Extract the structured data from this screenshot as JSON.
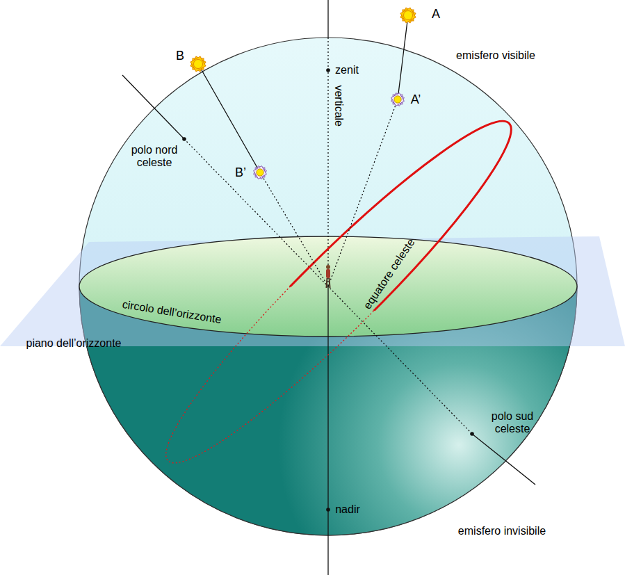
{
  "diagram": {
    "labels": [
      "A",
      "A’",
      "B",
      "B’",
      "zenit",
      "verticale",
      "emisfero visibile",
      "polo nord celeste",
      "equatore celeste",
      "circolo dell’orizzonte",
      "piano dell’orizzonte",
      "polo sud celeste",
      "nadir",
      "emisfero invisibile"
    ]
  }
}
